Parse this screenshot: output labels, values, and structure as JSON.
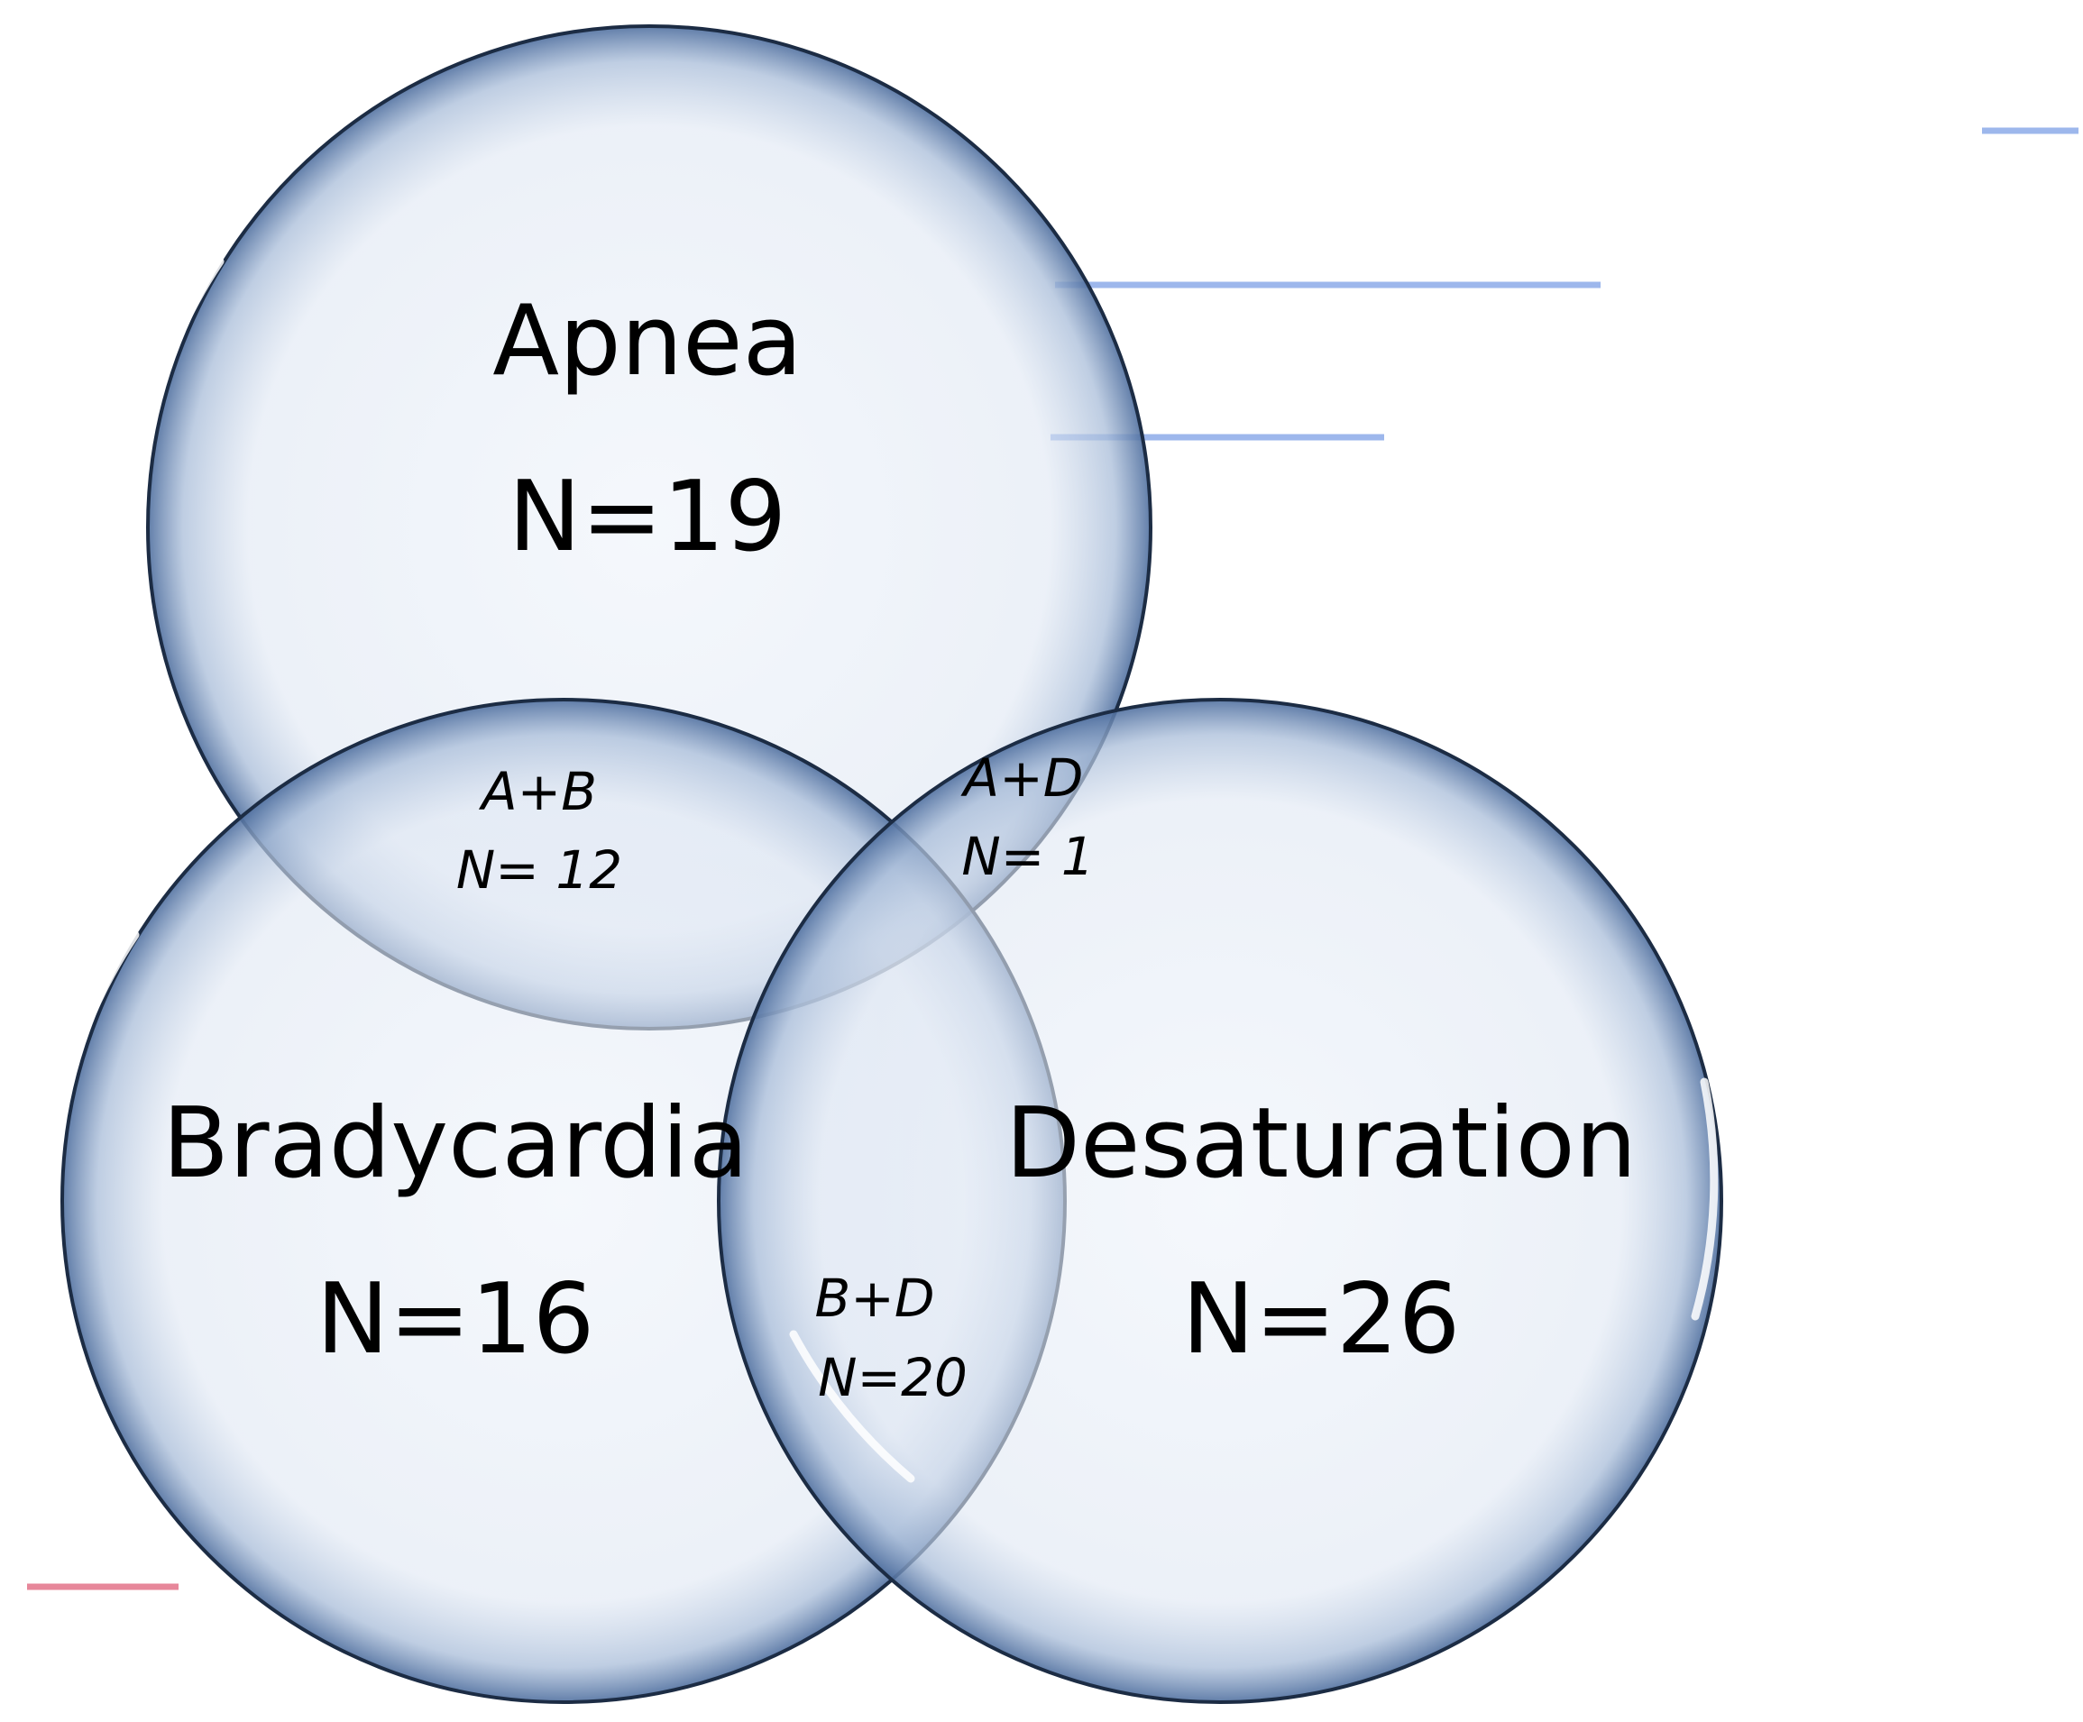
{
  "diagram": {
    "type": "venn",
    "colors": {
      "circle_fill": "#e9eff8",
      "circle_edge": "#4f6f9f",
      "circle_stroke": "#1c2c44",
      "highlight": "#ffffff",
      "accent_blue": "#9db7ec",
      "accent_pink": "#e7879a"
    },
    "sets": [
      {
        "id": "apnea",
        "label": "Apnea",
        "count": "N=19"
      },
      {
        "id": "bradycardia",
        "label": "Bradycardia",
        "count": "N=16"
      },
      {
        "id": "desaturation",
        "label": "Desaturation",
        "count": "N=26"
      }
    ],
    "overlaps": [
      {
        "id": "ab",
        "label": "A+B",
        "count": "N= 12"
      },
      {
        "id": "ad",
        "label": "A+D",
        "count": "N= 1"
      },
      {
        "id": "bd",
        "label": "B+D",
        "count": "N=20"
      }
    ]
  }
}
